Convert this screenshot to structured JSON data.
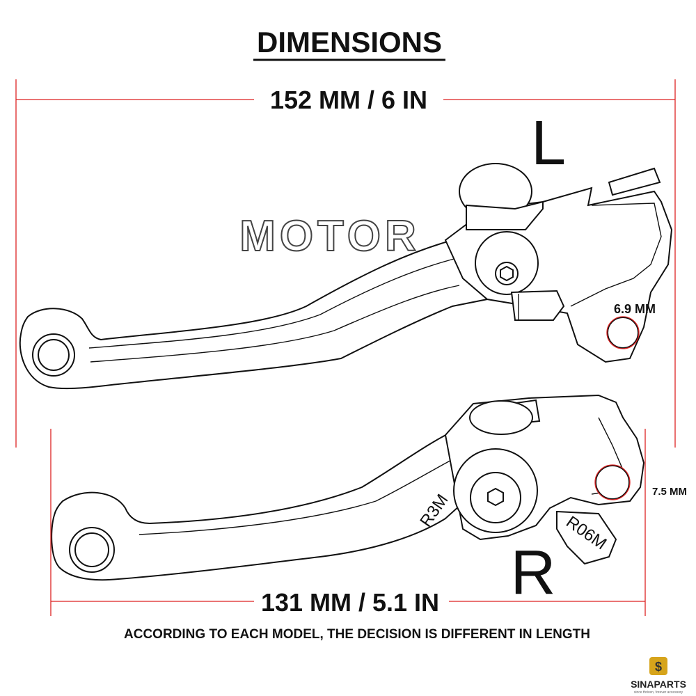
{
  "title": "DIMENSIONS",
  "watermark": "MOTOR",
  "top_length": "152 MM / 6 IN",
  "bottom_length": "131 MM / 5.1 IN",
  "left_label": "L",
  "right_label": "R",
  "left_hole": "6.9 MM",
  "right_hole": "7.5 MM",
  "engraving_1": "R3M",
  "engraving_2": "R06M",
  "note": "ACCORDING TO EACH MODEL, THE DECISION IS DIFFERENT IN LENGTH",
  "logo": {
    "name": "SINAPARTS",
    "tagline": "since thriven, forever accessory",
    "colors": {
      "logo_gold": "#d6a41b",
      "logo_dark": "#333333"
    }
  },
  "colors": {
    "dimension_line": "#dd2222",
    "outline": "#111111"
  }
}
